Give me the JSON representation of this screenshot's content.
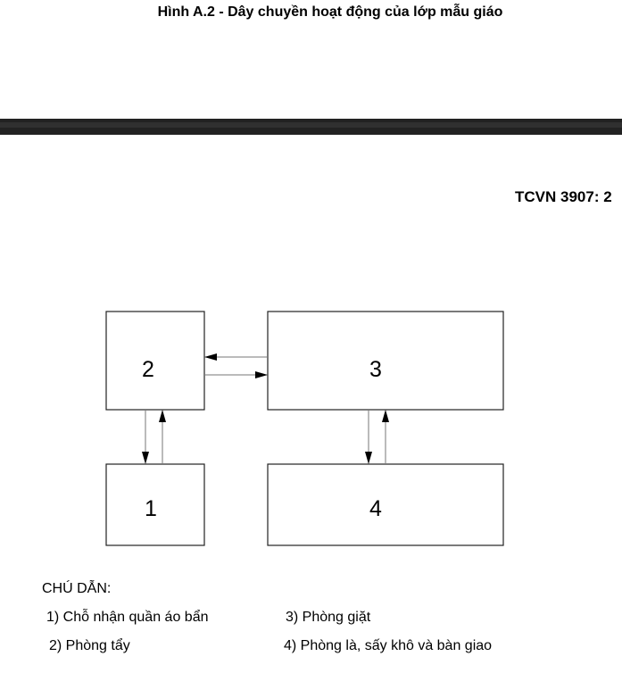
{
  "figure": {
    "title": "Hình A.2 - Dây chuyền hoạt động của lớp mẫu giáo"
  },
  "header": {
    "standard": "TCVN 3907: 2"
  },
  "diagram": {
    "boxes": [
      {
        "id": "box-1",
        "label": "1"
      },
      {
        "id": "box-2",
        "label": "2"
      },
      {
        "id": "box-3",
        "label": "3"
      },
      {
        "id": "box-4",
        "label": "4"
      }
    ],
    "line_color": "#222222"
  },
  "legend": {
    "caption": "CHÚ DẪN:",
    "items": [
      "1) Chỗ nhận quần áo bẩn",
      "2) Phòng tẩy",
      "3) Phòng giặt",
      "4) Phòng là, sấy khô và bàn giao"
    ]
  }
}
